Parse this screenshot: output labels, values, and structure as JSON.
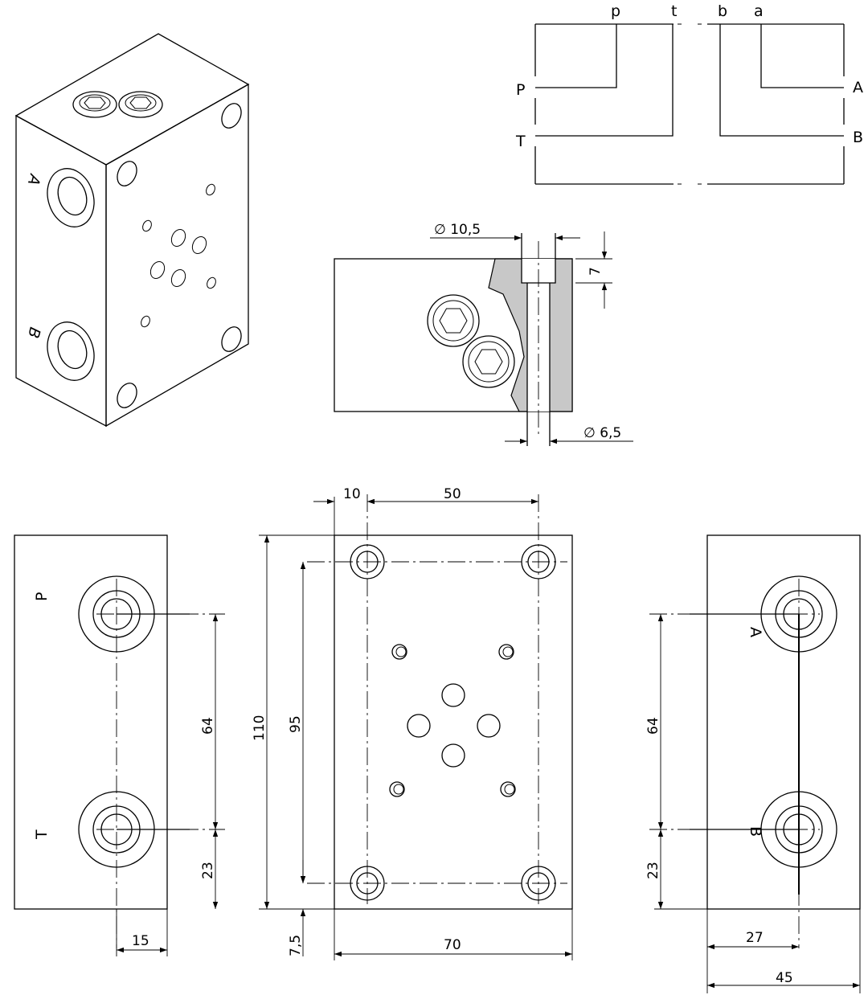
{
  "schematic": {
    "top_ports": [
      "p",
      "t",
      "b",
      "a"
    ],
    "left_ports": [
      "P",
      "T"
    ],
    "right_ports": [
      "A",
      "B"
    ]
  },
  "iso_view": {
    "face_labels": [
      "A",
      "B"
    ]
  },
  "section_view": {
    "dims": {
      "counterbore_diameter": "∅ 10,5",
      "counterbore_depth": "7",
      "hole_diameter": "∅ 6,5"
    }
  },
  "left_view": {
    "port_labels": [
      "P",
      "T"
    ],
    "dims": {
      "spacing": "64",
      "bottom": "23",
      "width": "15"
    }
  },
  "front_view": {
    "dims": {
      "top_left": "10",
      "top_span": "50",
      "height": "110",
      "hole_span": "95",
      "bottom_offset": "7,5",
      "width": "70"
    }
  },
  "right_view": {
    "port_labels": [
      "A",
      "B"
    ],
    "dims": {
      "spacing": "64",
      "bottom": "23",
      "offset": "27",
      "width": "45"
    }
  }
}
